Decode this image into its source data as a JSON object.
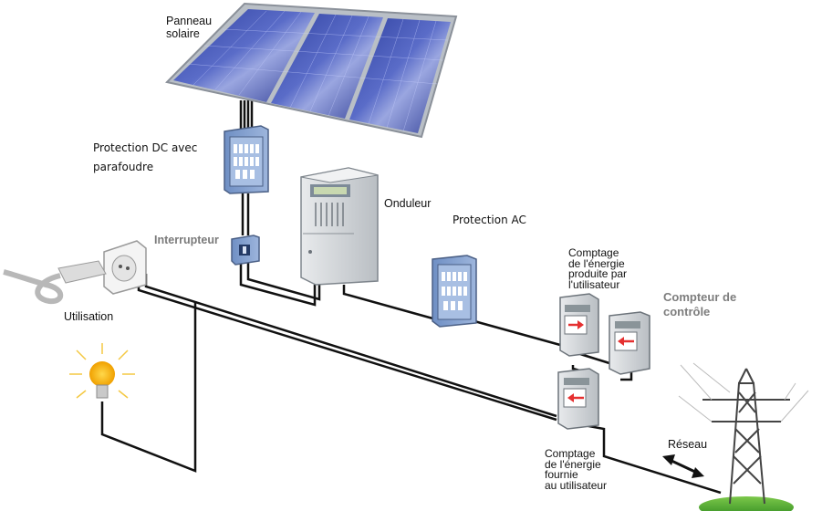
{
  "labels": {
    "solar_panel": "Panneau\nsolaire",
    "dc_protection": "Protection DC avec\nparafoudre",
    "switch": "Interrupteur",
    "inverter": "Onduleur",
    "ac_protection": "Protection AC",
    "meter_produced": "Comptage\nde l'énergie\nproduite par\nl'utilisateur",
    "control_meter": "Compteur de\ncontrôle",
    "usage": "Utilisation",
    "grid": "Réseau",
    "meter_supplied": "Comptage\nde l'énergie\nfournie\nau utilisateur"
  },
  "colors": {
    "panel_blue": "#3b4fb0",
    "panel_frame": "#9aa3ad",
    "box_blue": "#7e9ed0",
    "meter_gray": "#cfd3d6",
    "arrow_red": "#e53030",
    "wire": "#111111",
    "grass": "#3a9a2a",
    "bulb": "#f5b800"
  },
  "icons": {
    "meter_arrow_left": "arrow-left-icon",
    "meter_arrow_right": "arrow-right-icon",
    "grid_arrow": "double-arrow-icon"
  }
}
